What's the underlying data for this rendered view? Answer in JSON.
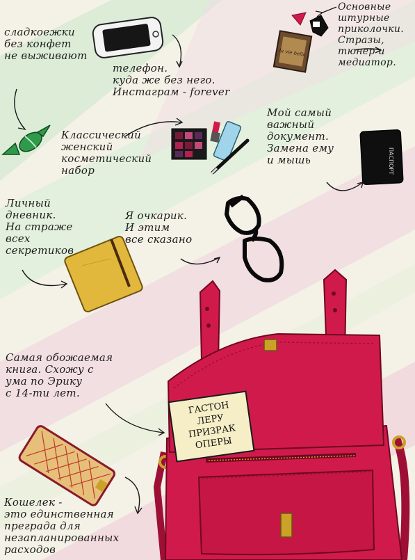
{
  "notes": {
    "candy": [
      "сладкоежки",
      "без конфет",
      "не выживают"
    ],
    "phone": [
      "телефон.",
      "куда же без него.",
      "Инстаграм - forever"
    ],
    "accessories": [
      "Основные",
      "штурные",
      "приколочки.",
      "Стразы,",
      "тюнер и",
      "медиатор."
    ],
    "cosmetics": [
      "Классический",
      "женский",
      "косметический",
      "набор"
    ],
    "passport": [
      "Мой самый",
      "важный",
      "документ.",
      "Замена ему",
      "и мышь"
    ],
    "diary": [
      "Личный",
      "дневник.",
      "На страже",
      "всех",
      "секретиков"
    ],
    "glasses": [
      "Я очкарик.",
      "И этим",
      "все сказано"
    ],
    "book_note": [
      "Самая обожаемая",
      "книга. Схожу с",
      "ума по Эрику",
      "с 14-ти лет."
    ],
    "wallet": [
      "Кошелек -",
      "это единственная",
      "преграда для",
      "незапланированных",
      "расходов"
    ]
  },
  "labels": {
    "tin_text": "la vie belle",
    "passport_text": "ПАСПОРТ"
  },
  "book": {
    "lines": [
      "ГАСТОН",
      "ЛЕРУ",
      "ПРИЗРАК",
      "ОПЕРЫ"
    ]
  },
  "colors": {
    "bag": "#d11a4c",
    "bag_dark": "#9e0f35",
    "candy": "#2e9a4a",
    "diary": "#e2b83c",
    "wallet": "#e6c07a",
    "hardware": "#c9a227"
  }
}
